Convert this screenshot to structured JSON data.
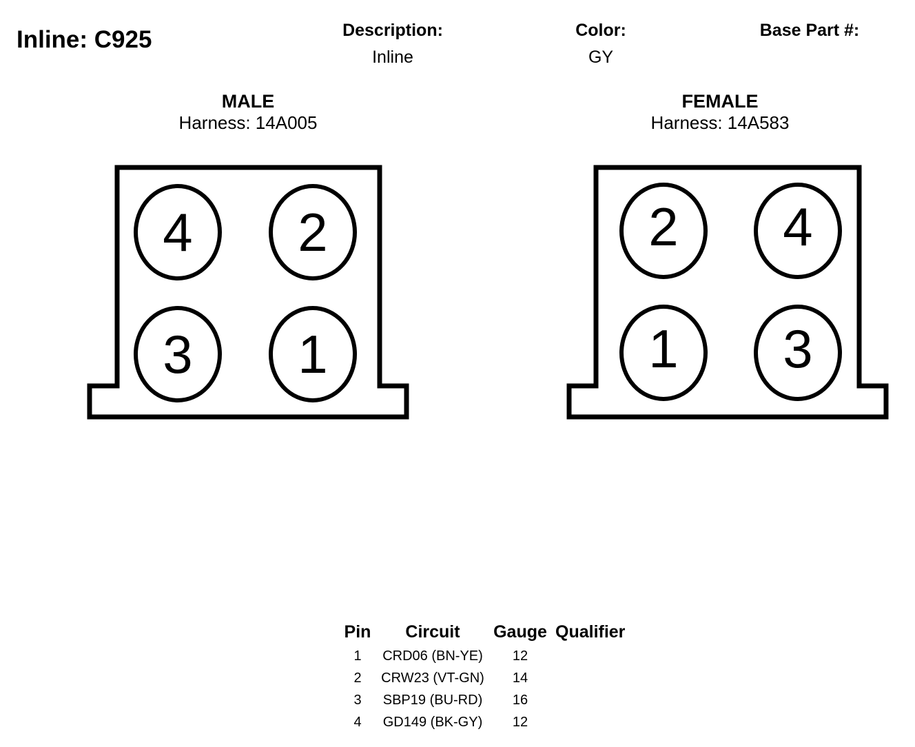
{
  "header": {
    "title": "Inline: C925",
    "description_label": "Description:",
    "description_value": "Inline",
    "color_label": "Color:",
    "color_value": "GY",
    "base_part_label": "Base Part #:",
    "base_part_value": ""
  },
  "male": {
    "label": "MALE",
    "harness": "Harness: 14A005",
    "pins": [
      "4",
      "2",
      "3",
      "1"
    ]
  },
  "female": {
    "label": "FEMALE",
    "harness": "Harness: 14A583",
    "pins": [
      "2",
      "4",
      "1",
      "3"
    ]
  },
  "pin_table": {
    "headers": [
      "Pin",
      "Circuit",
      "Gauge",
      "Qualifier"
    ],
    "rows": [
      {
        "pin": "1",
        "circuit": "CRD06 (BN-YE)",
        "gauge": "12",
        "qualifier": ""
      },
      {
        "pin": "2",
        "circuit": "CRW23 (VT-GN)",
        "gauge": "14",
        "qualifier": ""
      },
      {
        "pin": "3",
        "circuit": "SBP19 (BU-RD)",
        "gauge": "16",
        "qualifier": ""
      },
      {
        "pin": "4",
        "circuit": "GD149 (BK-GY)",
        "gauge": "12",
        "qualifier": ""
      }
    ]
  }
}
